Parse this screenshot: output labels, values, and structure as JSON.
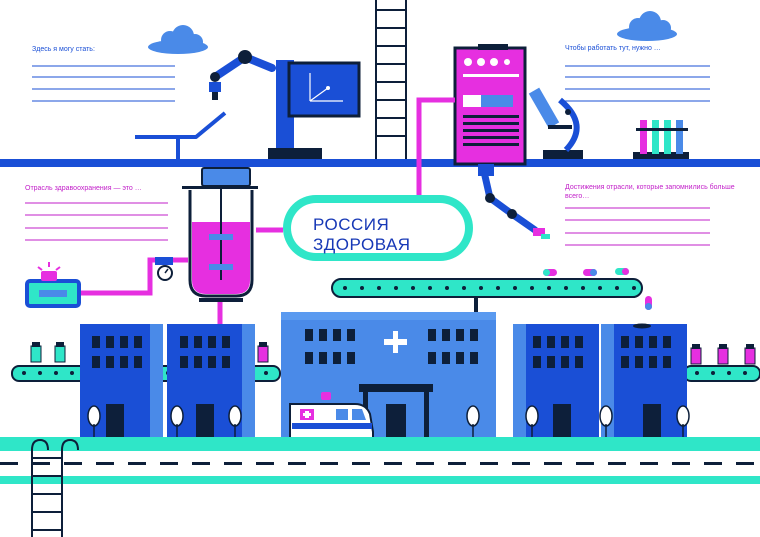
{
  "poster": {
    "q_can_become": "Здесь я могу стать:",
    "q_to_work_here": "Чтобы работать тут, нужно …",
    "q_industry_is": "Отрасль здравоохранения — это …",
    "q_achievements": "Достижения отрасли, которые запомнились больше всего…",
    "brand_line1": "РОССИЯ",
    "brand_line2": "ЗДОРОВАЯ"
  },
  "colors": {
    "blue": "#1a4fd6",
    "light_blue": "#4a8ae8",
    "magenta": "#e62fe0",
    "teal": "#2fe6c8",
    "dark": "#0d1f3a"
  },
  "icons": [
    "cloud-icon",
    "robot-arm-icon",
    "monitor-icon",
    "dental-chair-icon",
    "ladder-icon",
    "lab-machine-icon",
    "microscope-icon",
    "test-tubes-icon",
    "reactor-vessel-icon",
    "pressure-gauge-icon",
    "alarm-box-icon",
    "conveyor-belt-icon",
    "pill-icon",
    "vial-icon",
    "hospital-building-icon",
    "ambulance-icon",
    "tree-icon",
    "road-icon"
  ]
}
